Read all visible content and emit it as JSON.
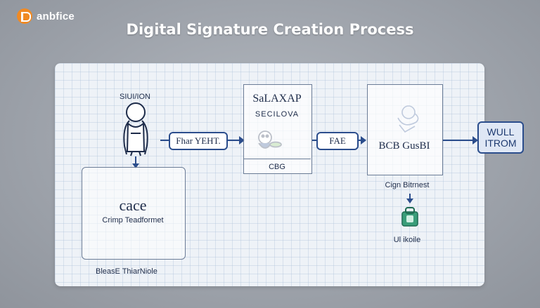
{
  "brand": {
    "name": "anbfice"
  },
  "title": "Digital Signature Creation Process",
  "diagram": {
    "user_label": "SIUI/ION",
    "cace_box": {
      "title": "cace",
      "subtitle": "Crimp Teadformet"
    },
    "footer_label": "BleasE ThiarNiole",
    "arrow1_label": "Fhar YEHT.",
    "salaxap_box": {
      "title": "SaLAXAP",
      "subtitle": "SECILOVA",
      "footer": "CBG"
    },
    "arrow2_label": "FAE",
    "bcb_box": {
      "title": "BCB GusBI"
    },
    "sign_label": "Cign Bitrnest",
    "ui_label": "Ul ikoile",
    "output_pill": {
      "line1": "WULL",
      "line2": "ITROM"
    }
  }
}
